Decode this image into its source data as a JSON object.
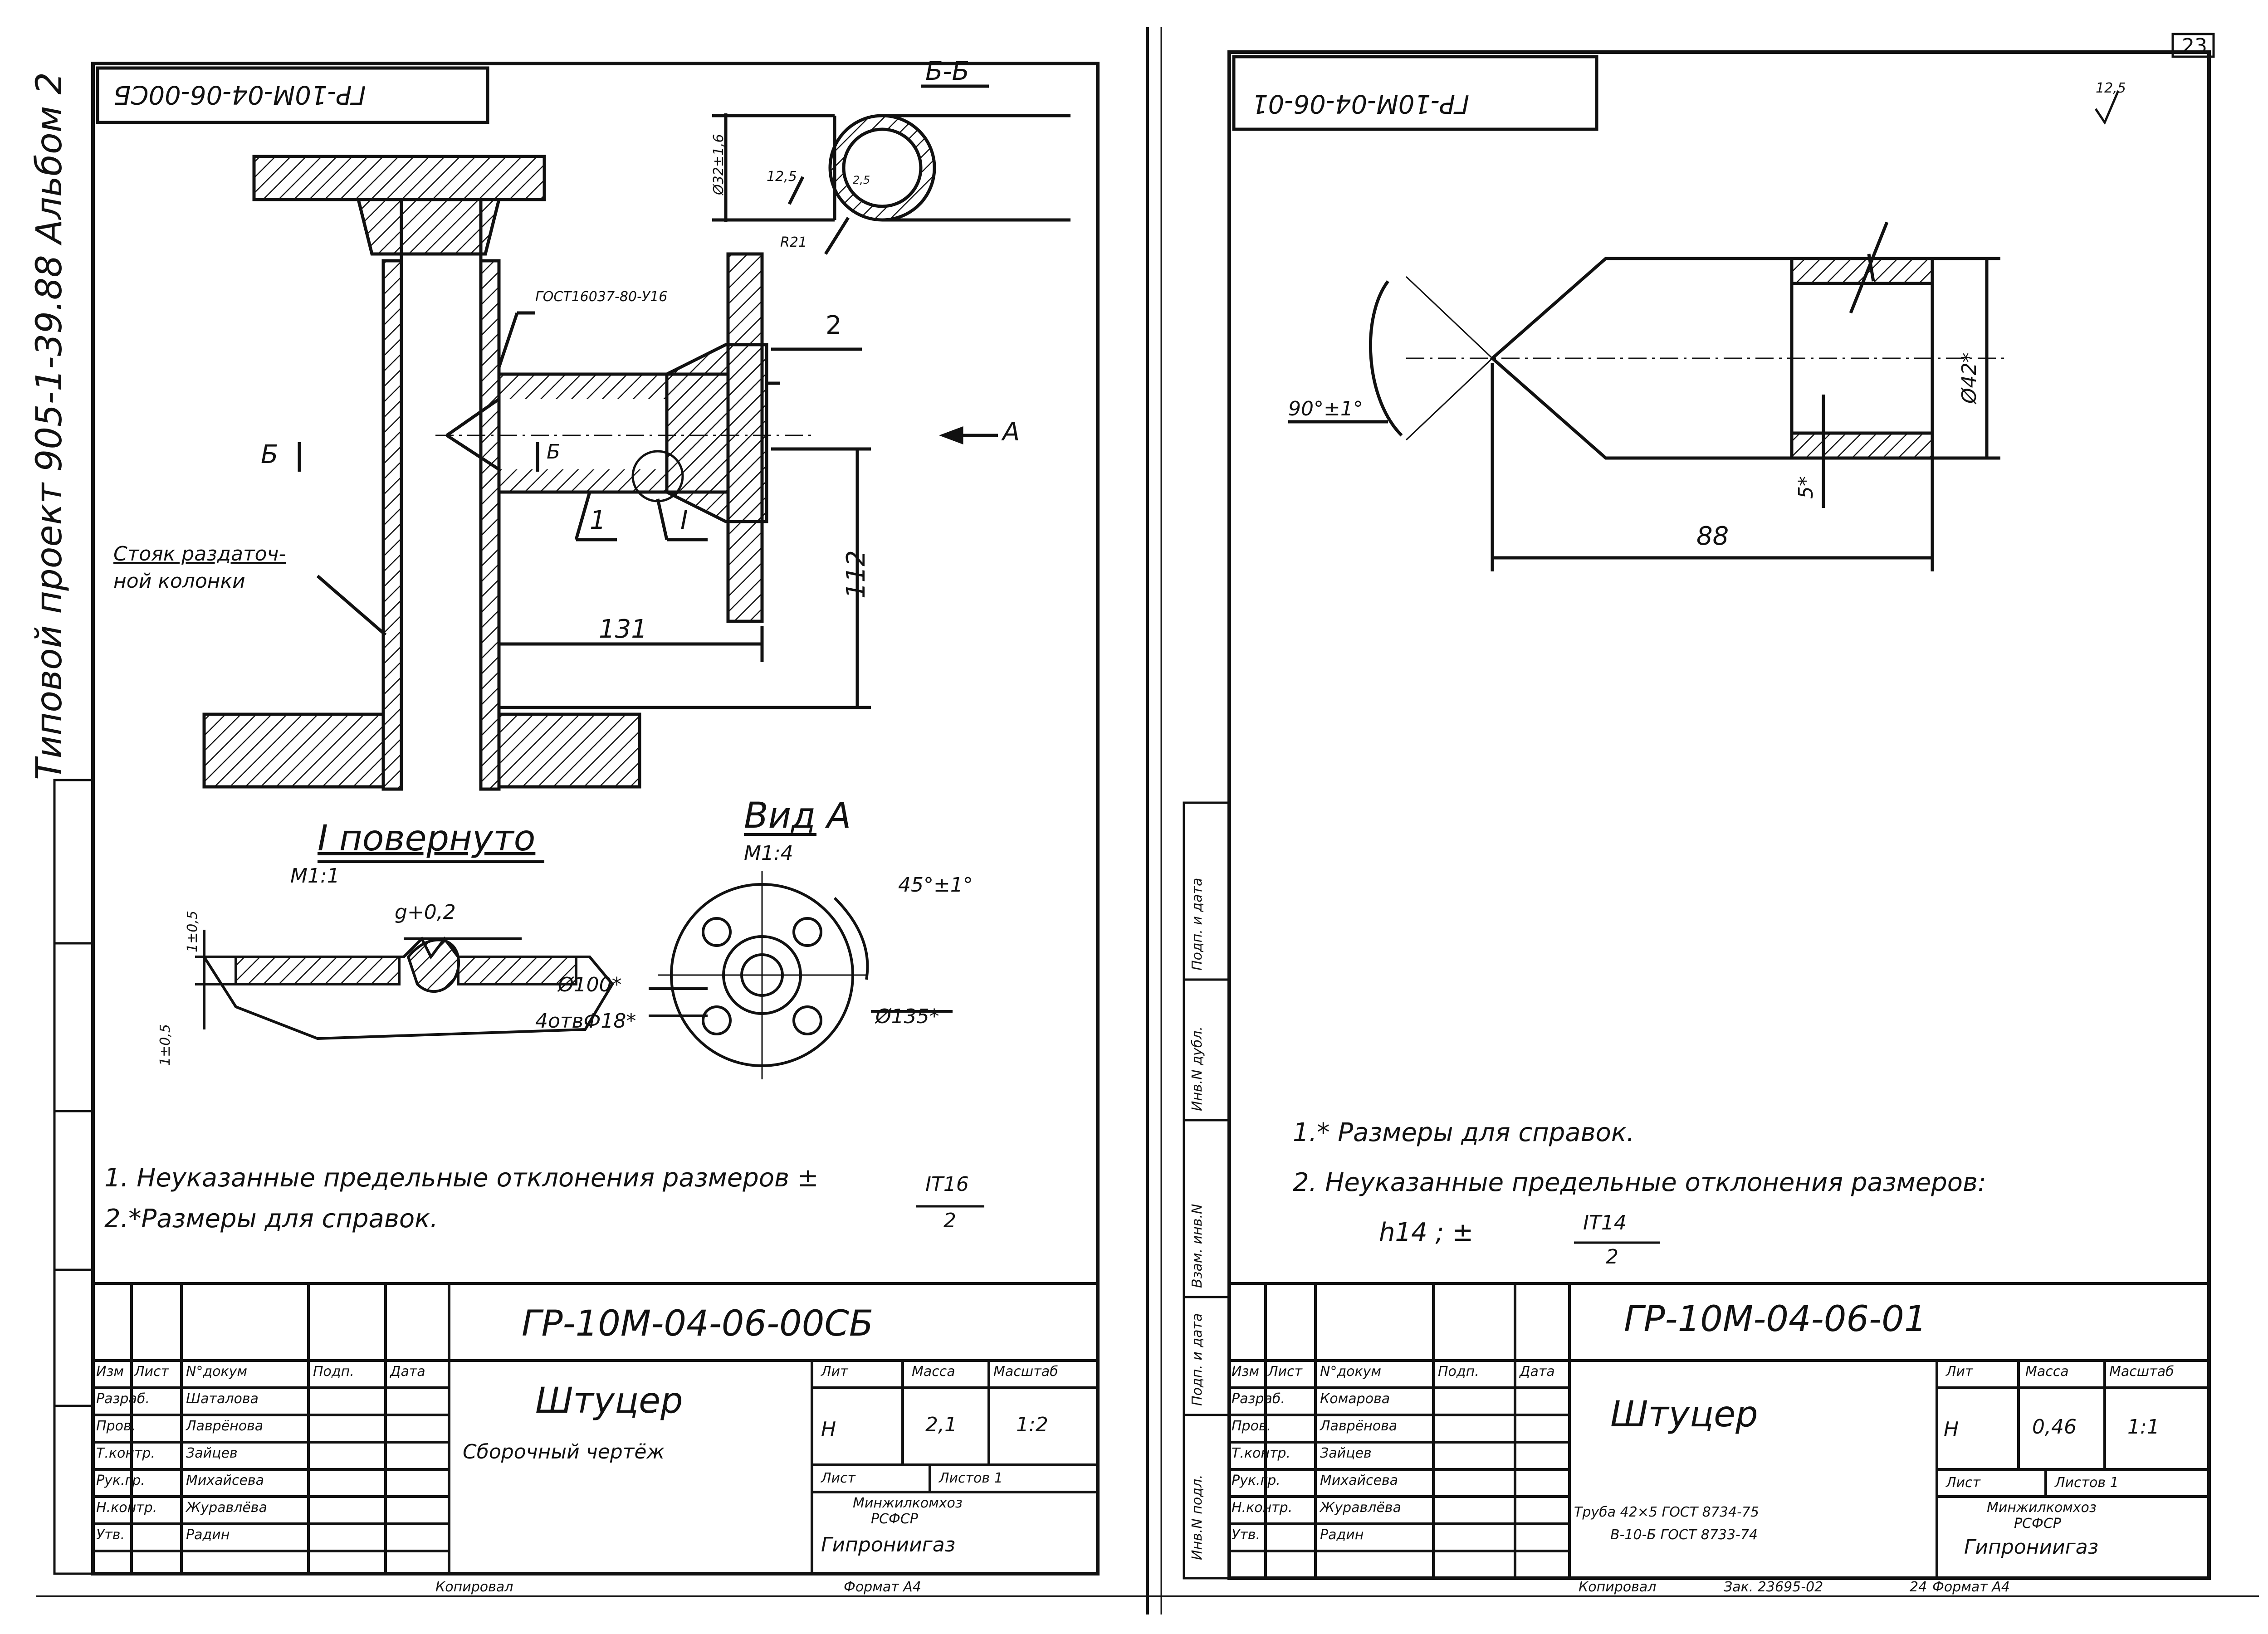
{
  "page_number": "23",
  "side_stamp": {
    "title": "Типовой проект 905-1-39.88  Альбом 2",
    "fields": [
      "Инв.N подл.",
      "Подп. и дата",
      "Взам. инв.N",
      "Инв.N дубл.",
      "Подп. и дата"
    ]
  },
  "sheet_left": {
    "flipped_code": "ГР-10М-04-06-00СБ",
    "section_label": "Б-Б",
    "section_dims": [
      "Ø32±1,6",
      "12,5",
      "R21",
      "2,5"
    ],
    "weld_note": "ГОСТ16037-80-У16",
    "callouts": [
      "2",
      "1",
      "I"
    ],
    "section_marks": [
      "Б",
      "Б"
    ],
    "view_arrow": "А",
    "dims": [
      "112",
      "131"
    ],
    "riser_label": [
      "Стояк раздаточ-",
      "ной колонки"
    ],
    "detail_title": "I повернуто",
    "detail_scale": "М1:1",
    "detail_dims": [
      "1±0,5",
      "g+0,2",
      "1±0,5"
    ],
    "view_title": "Вид А",
    "view_scale": "М1:4",
    "view_dims": [
      "45°±1°",
      "Ø100*",
      "4отвФ18*",
      "Ø135*"
    ],
    "notes": [
      "1. Неуказанные предельные отклонения размеров ±",
      "2.*Размеры для справок."
    ],
    "tol_num": "IT16",
    "tol_den": "2",
    "title_block": {
      "code": "ГР-10М-04-06-00СБ",
      "name": "Штуцер",
      "subtitle": "Сборочный чертёж",
      "head": [
        "Изм",
        "Лист",
        "N°докум",
        "Подп.",
        "Дата"
      ],
      "roles": [
        "Разраб.",
        "Пров.",
        "Т.контр.",
        "Рук.гр.",
        "Н.контр.",
        "Утв."
      ],
      "names": [
        "Шаталова",
        "Лаврёнова",
        "Зайцев",
        "Михайсева",
        "Журавлёва",
        "Радин"
      ],
      "col_heads": [
        "Лит",
        "Масса",
        "Масштаб"
      ],
      "lit": "Н",
      "mass": "2,1",
      "scale": "1:2",
      "sheet": "Лист",
      "sheets": "Листов 1",
      "org": [
        "Минжилкомхоз",
        "РСФСР",
        "Гипрониигаз"
      ],
      "copied": "Копировал",
      "format": "Формат А4"
    }
  },
  "sheet_right": {
    "flipped_code": "ГР-10М-04-06-01",
    "roughness": "12,5",
    "dims": [
      "90°±1°",
      "Ø42*",
      "5*",
      "88"
    ],
    "notes": [
      "1.* Размеры для справок.",
      "2. Неуказанные предельные отклонения размеров:"
    ],
    "tol_line": "h14 ;  ±",
    "tol_num": "IT14",
    "tol_den": "2",
    "title_block": {
      "code": "ГР-10М-04-06-01",
      "name": "Штуцер",
      "material": [
        "Труба 42×5 ГОСТ 8734-75",
        "В-10-Б ГОСТ 8733-74"
      ],
      "head": [
        "Изм",
        "Лист",
        "N°докум",
        "Подп.",
        "Дата"
      ],
      "roles": [
        "Разраб.",
        "Пров.",
        "Т.контр.",
        "Рук.гр.",
        "Н.контр.",
        "Утв."
      ],
      "names": [
        "Комарова",
        "Лаврёнова",
        "Зайцев",
        "Михайсева",
        "Журавлёва",
        "Радин"
      ],
      "col_heads": [
        "Лит",
        "Масса",
        "Масштаб"
      ],
      "lit": "Н",
      "mass": "0,46",
      "scale": "1:1",
      "sheet": "Лист",
      "sheets": "Листов 1",
      "org": [
        "Минжилкомхоз",
        "РСФСР",
        "Гипрониигаз"
      ],
      "copied": "Копировал",
      "copied_ref": "Зак. 23695-02",
      "format_num": "24",
      "format": "Формат А4"
    }
  }
}
